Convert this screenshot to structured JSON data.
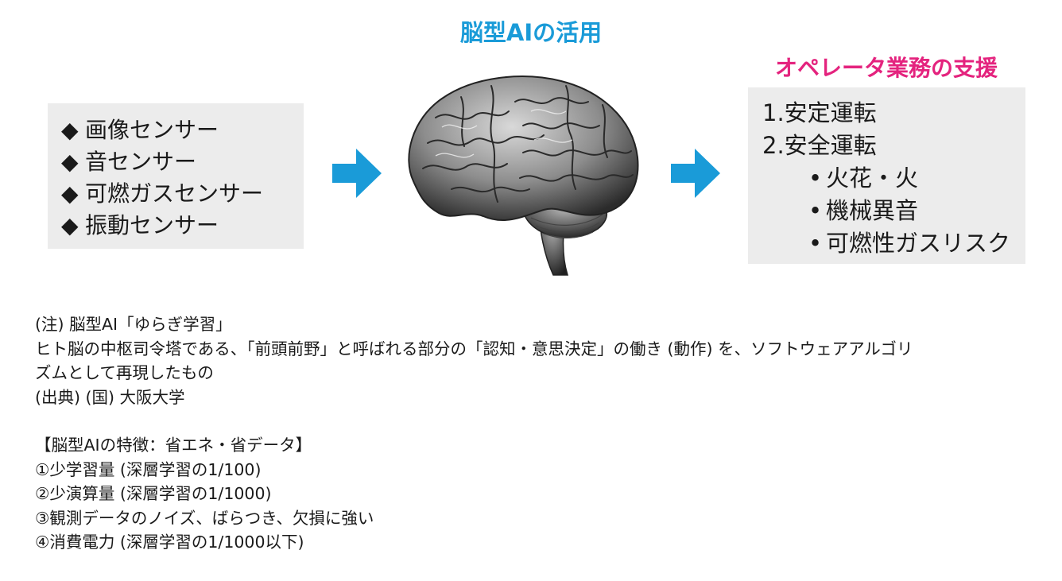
{
  "title": "脳型AIの活用",
  "sensors": {
    "marker": "◆",
    "items": [
      "画像センサー",
      "音センサー",
      "可燃ガスセンサー",
      "振動センサー"
    ]
  },
  "support": {
    "heading": "オペレータ業務の支援",
    "items": [
      {
        "label": "1.安定運転"
      },
      {
        "label": "2.安全運転",
        "sub_marker": "•",
        "subitems": [
          "火花・火",
          "機械異音",
          "可燃性ガスリスク"
        ]
      }
    ]
  },
  "note": {
    "lines": [
      "(注) 脳型AI「ゆらぎ学習」",
      "ヒト脳の中枢司令塔である、「前頭前野」と呼ばれる部分の「認知・意思決定」の働き (動作) を、ソフトウェアアルゴリ",
      "ズムとして再現したもの",
      "(出典) (国) 大阪大学"
    ]
  },
  "features": {
    "heading": "【脳型AIの特徴：省エネ・省データ】",
    "items": [
      "①少学習量 (深層学習の1/100)",
      "②少演算量 (深層学習の1/1000)",
      "③観測データのノイズ、ばらつき、欠損に強い",
      "④消費電力 (深層学習の1/1000以下)"
    ]
  },
  "colors": {
    "title": "#1a9bd8",
    "heading": "#e4237e",
    "arrow": "#1a9bd8",
    "box": "#ececec"
  },
  "icons": {
    "arrow": "right-arrow-icon",
    "brain": "brain-icon"
  }
}
